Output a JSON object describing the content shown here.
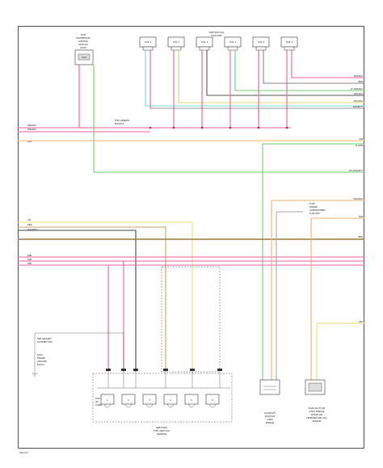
{
  "diagram": {
    "module_top_left": [
      "ECM",
      "POWERTRAIN",
      "CONTROL",
      "MODULE",
      "(PCM)"
    ],
    "module_top_left_chip": "PCM",
    "coils_header": [
      "IGNITION COIL",
      "MODULES"
    ],
    "coils": [
      "COIL 1",
      "COIL 2",
      "COIL 3",
      "COIL 4",
      "COIL 5",
      "COIL 6"
    ],
    "coil_pin": "A B",
    "top_left_wire_labels": [
      "PNK/BLK",
      "PNK/BLK",
      "IGN"
    ],
    "fuel_pump_label": [
      "FUEL SENDER",
      "MODULE"
    ],
    "right_labels_coils": [
      "PNK/BLK",
      "BRN",
      "LT GRN/BLK",
      "GRY/BLK",
      "ORG/BLK",
      "BLK/WHT"
    ],
    "ign_right": "IGN",
    "grn_right": "LT GRN",
    "grn_bottom_label": "DK GRN/WHT",
    "mid_left_labels": [
      "YEL",
      "BRN",
      "BLK/WHT"
    ],
    "mid_right_labels": [
      "ORG/BLK",
      "BRN",
      "TAN"
    ],
    "pink_labels": [
      "PNK",
      "PNK",
      "PNK"
    ],
    "relay_label": [
      "FUSE",
      "ENGINE",
      "COMPARTMENT",
      "FUSE BOX"
    ],
    "ground_left_label": [
      "G104",
      "ENGINE",
      "GROUND",
      "BLOCK"
    ],
    "ground_left_note": [
      "SEE GROUND",
      "DISTRIBUTION"
    ],
    "injector_header": "INJECTORS",
    "injector_sub": [
      "FUEL INJECTOR",
      "HARNESS"
    ],
    "inj_connector_label": [
      "FUEL",
      "INJ",
      "CONN"
    ],
    "injector_pins": [
      "1",
      "2",
      "3",
      "4",
      "5",
      "6"
    ],
    "sensor_mid_label": [
      "CAMSHAFT",
      "POSITION",
      "(CMP)",
      "SENSOR"
    ],
    "sensor_right_label": [
      "MASS AIR FLOW",
      "(MAF) SENSOR",
      "INTAKE AIR",
      "TEMPERATURE (IAT)",
      "SENSOR"
    ],
    "right_lower_label": "GRY",
    "footer_code": "2004 G7"
  }
}
